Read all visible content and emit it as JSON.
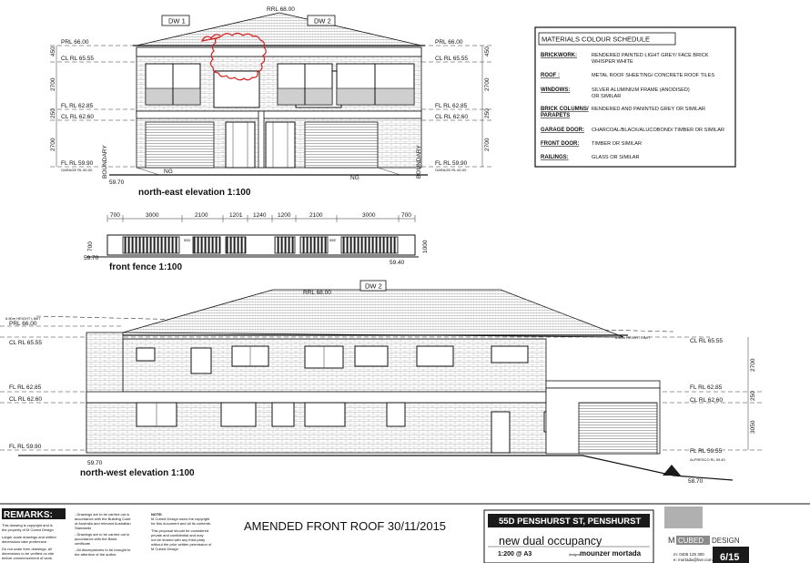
{
  "levels": {
    "rrl": "RRL 68.00",
    "prl": "PRL 66.00",
    "cl_upper": "CL RL 65.55",
    "fl_upper": "FL RL 62.85",
    "cl_lower": "CL RL 62.60",
    "fl_ground": "FL RL 59.90",
    "garage": "GARAGE RL 60.00",
    "fl_ground_nw": "FL RL 59.55",
    "alfresco": "ALFRESCO RL 59.40",
    "ground_left": "59.70",
    "ground_right_ne": "59.40",
    "ground_right_nw": "58.70",
    "height_limit": "6.80m HEIGHT LIMIT"
  },
  "ne_elevation": {
    "title": "north-east elevation 1:100",
    "dw1": "DW 1",
    "dw2": "DW 2",
    "boundary": "BOUNDARY",
    "ng": "NG",
    "dims_left": [
      "450",
      "2700",
      "250",
      "2700"
    ],
    "dims_right": [
      "450",
      "2700",
      "250",
      "2700"
    ]
  },
  "fence": {
    "title": "front fence 1:100",
    "dims": [
      "700",
      "3000",
      "2100",
      "1201",
      "1240",
      "1200",
      "2100",
      "3000",
      "700"
    ],
    "height_left": "700",
    "height_right": "1000",
    "num_left": "55D",
    "num_right": "55E"
  },
  "nw_elevation": {
    "title": "north-west elevation 1:100",
    "dw2": "DW 2",
    "dims_right": [
      "2700",
      "250",
      "3050"
    ]
  },
  "materials": {
    "title": "MATERIALS COLOUR SCHEDULE",
    "rows": [
      {
        "label": "BRICKWORK:",
        "value": "RENDERED PAINTED LIGHT GREY/ FACE BRICK",
        "value2": "WHISPER WHITE"
      },
      {
        "label": "ROOF :",
        "value": "METAL ROOF SHEETING/ CONCRETE ROOF TILES",
        "value2": ""
      },
      {
        "label": "WINDOWS:",
        "value": "SILVER ALUMINIUM FRAME (ANODISED)",
        "value2": "OR SIMILAR"
      },
      {
        "label": "BRICK COLUMNS/",
        "label2": "PARAPETS",
        "value": "RENDERED AND PANINTED GREY OR SIMILAR",
        "value2": ""
      },
      {
        "label": "GARAGE DOOR:",
        "value": "CHARCOAL/BLACK/ALUCOBOND/ TIMBER OR SIMILAR",
        "value2": ""
      },
      {
        "label": "FRONT DOOR:",
        "value": "TIMBER OR SIMILAR",
        "value2": ""
      },
      {
        "label": "RAILINGS:",
        "value": "GLASS OR SIMILAR",
        "value2": ""
      }
    ]
  },
  "titleblock": {
    "remarks": "REMARKS:",
    "remarks_lines": [
      "This drawing is copyright and is",
      "the property of M Cubed Design",
      "Larger scale drawings and written",
      "dimensions take preference.",
      "Do not scale from drawings, all",
      "dimensions to be verified on site",
      "before commencement of work."
    ],
    "notes_a": [
      "- Drawings are to be carried out in",
      "accordance with the Building Code",
      "of Australia and relevant Australian",
      "Standards",
      "- Drawings are to be carried out in",
      "accordance with the Basix",
      "certificate",
      "- All discrepancies to be brought to",
      "the attention of the author."
    ],
    "note_label": "NOTE:",
    "notes_b": [
      "M Cubed Design owns the copyright",
      "for this document and all its contents.",
      "This proposal should be considered",
      "private and confidential and may",
      "not be shared with any third party",
      "without the prior written permission of",
      "M Cubed Design"
    ],
    "amendment": "AMENDED FRONT ROOF 30/11/2015",
    "address": "55D PENSHURST ST, PENSHURST",
    "project": "new dual occupancy",
    "scale": "1:200 @ A3",
    "designer_label": "designer:",
    "designer": "mounzer mortada",
    "phone": "m: 0405 125 300",
    "email": "e: mortada@live.com.au",
    "brand_left": "M",
    "brand_mid": "CUBED",
    "brand_right": "DESIGN",
    "sheet": "6/15"
  }
}
